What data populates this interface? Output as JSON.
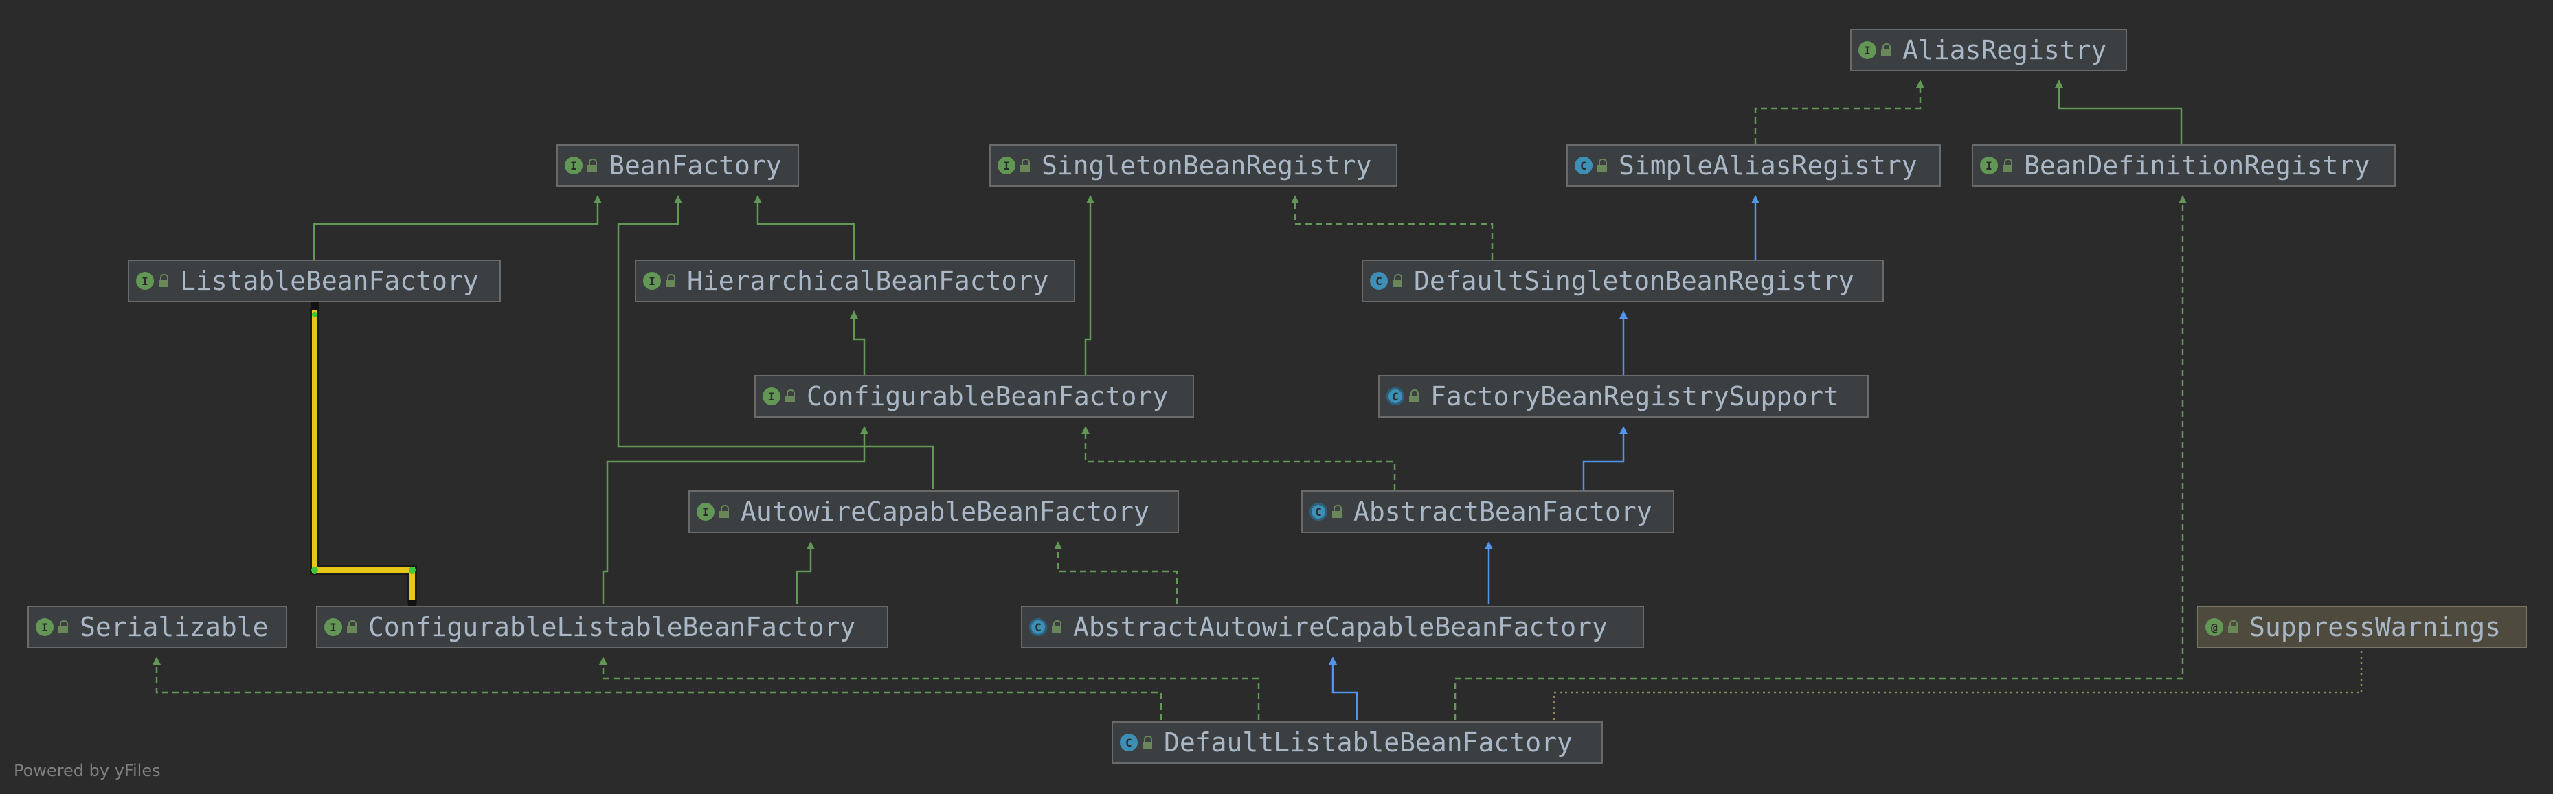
{
  "diagram": {
    "nodes": [
      {
        "id": "AliasRegistry",
        "label": "AliasRegistry",
        "kind": "interface",
        "badge": "I"
      },
      {
        "id": "BeanFactory",
        "label": "BeanFactory",
        "kind": "interface",
        "badge": "I"
      },
      {
        "id": "SingletonBeanRegistry",
        "label": "SingletonBeanRegistry",
        "kind": "interface",
        "badge": "I"
      },
      {
        "id": "SimpleAliasRegistry",
        "label": "SimpleAliasRegistry",
        "kind": "class",
        "badge": "C"
      },
      {
        "id": "BeanDefinitionRegistry",
        "label": "BeanDefinitionRegistry",
        "kind": "interface",
        "badge": "I"
      },
      {
        "id": "ListableBeanFactory",
        "label": "ListableBeanFactory",
        "kind": "interface",
        "badge": "I"
      },
      {
        "id": "HierarchicalBeanFactory",
        "label": "HierarchicalBeanFactory",
        "kind": "interface",
        "badge": "I"
      },
      {
        "id": "DefaultSingletonBeanRegistry",
        "label": "DefaultSingletonBeanRegistry",
        "kind": "class",
        "badge": "C"
      },
      {
        "id": "ConfigurableBeanFactory",
        "label": "ConfigurableBeanFactory",
        "kind": "interface",
        "badge": "I"
      },
      {
        "id": "FactoryBeanRegistrySupport",
        "label": "FactoryBeanRegistrySupport",
        "kind": "abstract",
        "badge": "C"
      },
      {
        "id": "AutowireCapableBeanFactory",
        "label": "AutowireCapableBeanFactory",
        "kind": "interface",
        "badge": "I"
      },
      {
        "id": "AbstractBeanFactory",
        "label": "AbstractBeanFactory",
        "kind": "abstract",
        "badge": "C"
      },
      {
        "id": "Serializable",
        "label": "Serializable",
        "kind": "interface-lib",
        "badge": "I"
      },
      {
        "id": "ConfigurableListableBeanFactory",
        "label": "ConfigurableListableBeanFactory",
        "kind": "interface",
        "badge": "I"
      },
      {
        "id": "AbstractAutowireCapableBeanFactory",
        "label": "AbstractAutowireCapableBeanFactory",
        "kind": "abstract",
        "badge": "C"
      },
      {
        "id": "SuppressWarnings",
        "label": "SuppressWarnings",
        "kind": "annotation",
        "badge": "@"
      },
      {
        "id": "DefaultListableBeanFactory",
        "label": "DefaultListableBeanFactory",
        "kind": "class",
        "badge": "C"
      }
    ],
    "edges": [
      {
        "from": "SimpleAliasRegistry",
        "to": "AliasRegistry",
        "type": "implements"
      },
      {
        "from": "BeanDefinitionRegistry",
        "to": "AliasRegistry",
        "type": "extends-interface"
      },
      {
        "from": "ListableBeanFactory",
        "to": "BeanFactory",
        "type": "extends-interface"
      },
      {
        "from": "HierarchicalBeanFactory",
        "to": "BeanFactory",
        "type": "extends-interface"
      },
      {
        "from": "AutowireCapableBeanFactory",
        "to": "BeanFactory",
        "type": "extends-interface"
      },
      {
        "from": "DefaultSingletonBeanRegistry",
        "to": "SingletonBeanRegistry",
        "type": "implements"
      },
      {
        "from": "DefaultSingletonBeanRegistry",
        "to": "SimpleAliasRegistry",
        "type": "extends-class"
      },
      {
        "from": "ConfigurableBeanFactory",
        "to": "HierarchicalBeanFactory",
        "type": "extends-interface"
      },
      {
        "from": "ConfigurableBeanFactory",
        "to": "SingletonBeanRegistry",
        "type": "extends-interface"
      },
      {
        "from": "FactoryBeanRegistrySupport",
        "to": "DefaultSingletonBeanRegistry",
        "type": "extends-class"
      },
      {
        "from": "AbstractBeanFactory",
        "to": "FactoryBeanRegistrySupport",
        "type": "extends-class"
      },
      {
        "from": "AbstractBeanFactory",
        "to": "ConfigurableBeanFactory",
        "type": "implements"
      },
      {
        "from": "ConfigurableListableBeanFactory",
        "to": "ListableBeanFactory",
        "type": "extends-interface",
        "highlighted": true
      },
      {
        "from": "ConfigurableListableBeanFactory",
        "to": "AutowireCapableBeanFactory",
        "type": "extends-interface"
      },
      {
        "from": "ConfigurableListableBeanFactory",
        "to": "ConfigurableBeanFactory",
        "type": "extends-interface"
      },
      {
        "from": "AbstractAutowireCapableBeanFactory",
        "to": "AbstractBeanFactory",
        "type": "extends-class"
      },
      {
        "from": "AbstractAutowireCapableBeanFactory",
        "to": "AutowireCapableBeanFactory",
        "type": "implements"
      },
      {
        "from": "DefaultListableBeanFactory",
        "to": "AbstractAutowireCapableBeanFactory",
        "type": "extends-class"
      },
      {
        "from": "DefaultListableBeanFactory",
        "to": "ConfigurableListableBeanFactory",
        "type": "implements"
      },
      {
        "from": "DefaultListableBeanFactory",
        "to": "BeanDefinitionRegistry",
        "type": "implements"
      },
      {
        "from": "DefaultListableBeanFactory",
        "to": "Serializable",
        "type": "implements"
      },
      {
        "from": "DefaultListableBeanFactory",
        "to": "SuppressWarnings",
        "type": "annotated-with"
      }
    ]
  },
  "colors": {
    "background": "#2b2b2b",
    "node_fill": "#3c3f41",
    "node_border": "#6a6a6a",
    "text": "#a9b7c6",
    "interface_edge": "#629755",
    "class_edge": "#5394ec",
    "annotation_edge": "#8c8a5c",
    "highlight": "#e6c619"
  },
  "footer": {
    "text": "Powered by yFiles"
  }
}
